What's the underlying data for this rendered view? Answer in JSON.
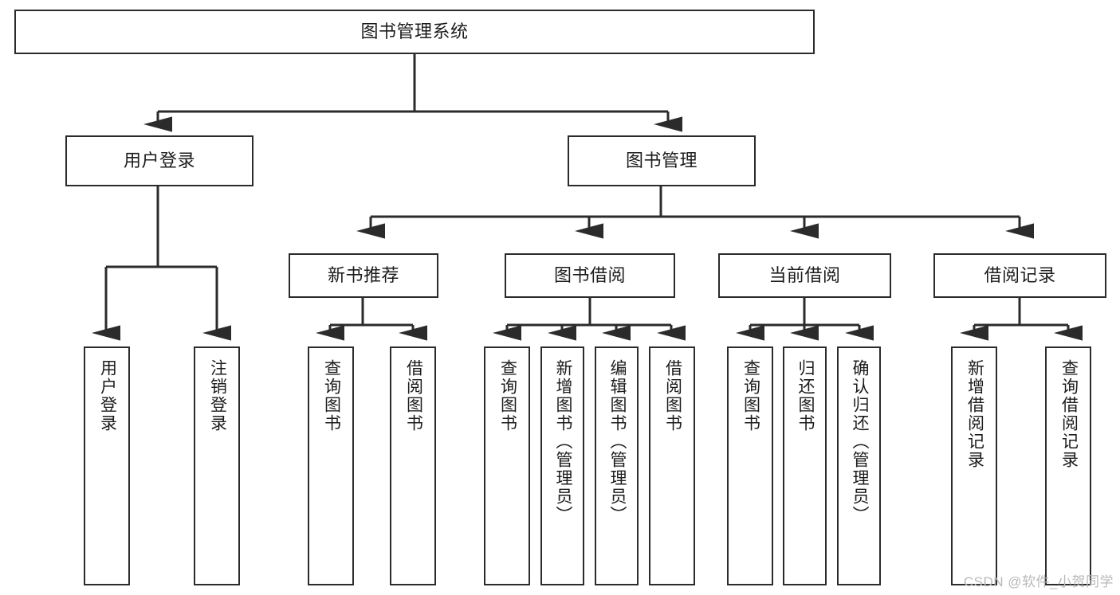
{
  "diagram": {
    "title": "图书管理系统",
    "watermark": "CSDN @软件_小贺同学",
    "colors": {
      "stroke": "#2b2b2b",
      "fill": "#ffffff",
      "text": "#1c1c1c",
      "watermark": "#b9b9b9"
    }
  },
  "nodes": {
    "root": {
      "label": "图书管理系统"
    },
    "level2": [
      {
        "label": "用户登录"
      },
      {
        "label": "图书管理"
      }
    ],
    "level3": [
      {
        "label": "新书推荐"
      },
      {
        "label": "图书借阅"
      },
      {
        "label": "当前借阅"
      },
      {
        "label": "借阅记录"
      }
    ],
    "leaves": {
      "user_login": [
        {
          "label": "用户登录"
        },
        {
          "label": "注销登录"
        }
      ],
      "new_book": [
        {
          "label": "查询图书"
        },
        {
          "label": "借阅图书"
        }
      ],
      "book_borrow": [
        {
          "label": "查询图书"
        },
        {
          "label": "新增图书（管理员）"
        },
        {
          "label": "编辑图书（管理员）"
        },
        {
          "label": "借阅图书"
        }
      ],
      "current_borrow": [
        {
          "label": "查询图书"
        },
        {
          "label": "归还图书"
        },
        {
          "label": "确认归还（管理员）"
        }
      ],
      "borrow_record": [
        {
          "label": "新增借阅记录"
        },
        {
          "label": "查询借阅记录"
        }
      ]
    }
  }
}
